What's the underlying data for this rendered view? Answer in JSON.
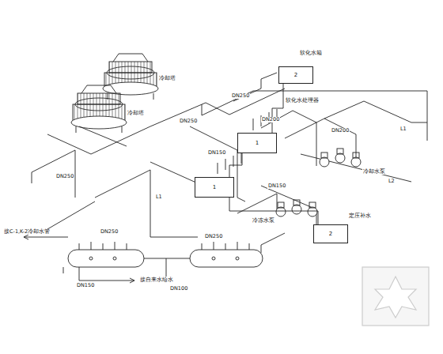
{
  "diagram": {
    "nodes": [
      {
        "text": [
          "2"
        ]
      },
      {
        "text": [
          "1"
        ]
      },
      {
        "text": [
          "1"
        ]
      },
      {
        "text": [
          "2"
        ]
      }
    ],
    "edges": [
      {
        "from": 0,
        "to": 1,
        "arrow": "none"
      },
      {
        "from": 1,
        "to": 2,
        "arrow": "none"
      },
      {
        "from": 2,
        "to": 3,
        "arrow": "none"
      }
    ],
    "labels": [
      "冷却塔",
      "冷却塔",
      "软化水箱",
      "软化水处理器",
      "DN250",
      "DN250",
      "DN200",
      "DN200",
      "L1",
      "L2",
      "DN150",
      "DN150",
      "冷却水泵",
      "冷冻水泵",
      "定压补水",
      "接C-1,K-2冷却水管",
      "DN250",
      "DN250",
      "接自来水给水",
      "DN150",
      "DN100",
      "L1",
      "DN250"
    ]
  }
}
